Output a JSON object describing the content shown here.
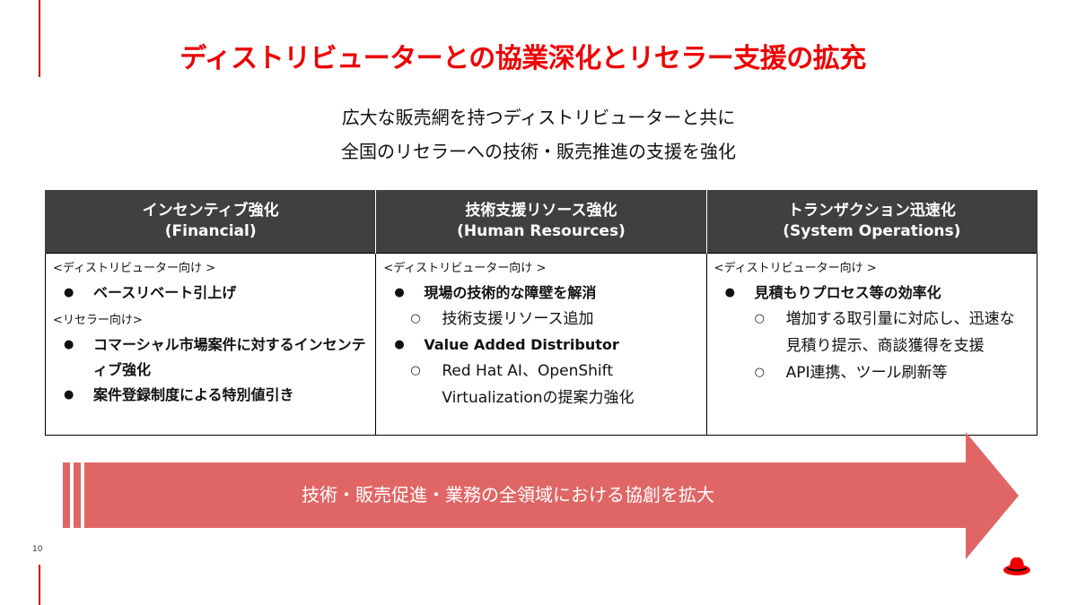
{
  "slide": {
    "title": "ディストリビューターとの協業深化とリセラー支援の拡充",
    "subtitle_lines": [
      "広大な販売網を持つディストリビューターと共に",
      "全国のリセラーへの技術・販売推進の支援を強化"
    ],
    "page_number": "10",
    "colors": {
      "title": "#EE0000",
      "header_bg": "#404040",
      "arrow": "#E06666",
      "accent_line": "#CC0000"
    }
  },
  "table": {
    "columns": [
      {
        "title": "インセンティブ強化",
        "subtitle": "(Financial)",
        "groups": [
          {
            "label": "<ディストリビューター向け >",
            "items": [
              {
                "text": "ベースリベート引上げ",
                "subitems": []
              }
            ]
          },
          {
            "label": "<リセラー向け>",
            "items": [
              {
                "text": "コマーシャル市場案件に対するインセンティブ強化",
                "subitems": []
              },
              {
                "text": "案件登録制度による特別値引き",
                "subitems": []
              }
            ]
          }
        ]
      },
      {
        "title": "技術支援リソース強化",
        "subtitle": "(Human Resources)",
        "groups": [
          {
            "label": "<ディストリビューター向け >",
            "items": [
              {
                "text": "現場の技術的な障壁を解消",
                "subitems": [
                  "技術支援リソース追加"
                ]
              },
              {
                "text": "Value Added Distributor",
                "subitems": [
                  "Red Hat AI、OpenShift Virtualizationの提案力強化"
                ]
              }
            ]
          }
        ]
      },
      {
        "title": "トランザクション迅速化",
        "subtitle": "(System Operations)",
        "groups": [
          {
            "label": "<ディストリビューター向け >",
            "items": [
              {
                "text": "見積もりプロセス等の効率化",
                "subitems": [
                  "増加する取引量に対応し、迅速な見積り提示、商談獲得を支援",
                  "API連携、ツール刷新等"
                ]
              }
            ]
          }
        ]
      }
    ]
  },
  "arrow": {
    "text": "技術・販売促進・業務の全領域における協創を拡大"
  },
  "logo": {
    "icon": "red-hat-fedora-icon"
  }
}
